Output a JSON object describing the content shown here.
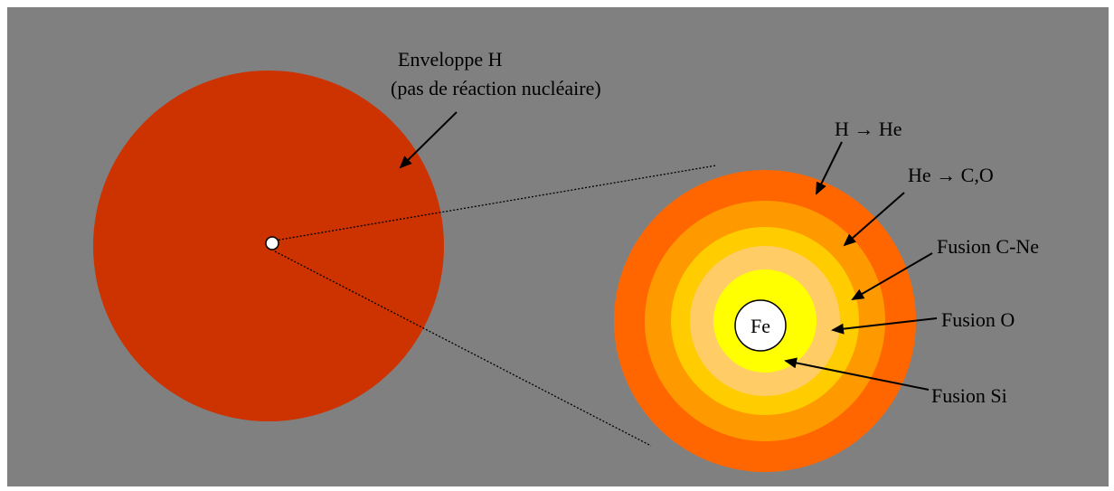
{
  "colors": {
    "background": "#808080",
    "page": "#ffffff",
    "envelope": "#cc3300",
    "shell_h_he": "#ff6600",
    "shell_he_co": "#ff9900",
    "shell_c_ne": "#ffcc00",
    "shell_o": "#ffcc66",
    "shell_si": "#ffff00",
    "core_fe": "#ffffff",
    "lines": "#000000"
  },
  "labels": {
    "envelope_line1": "Enveloppe H",
    "envelope_line2": "(pas de réaction nucléaire)",
    "h_he": "H → He",
    "he_co": "He → C,O",
    "fusion_c_ne": "Fusion C-Ne",
    "fusion_o": "Fusion O",
    "fusion_si": "Fusion Si",
    "core": "Fe"
  }
}
